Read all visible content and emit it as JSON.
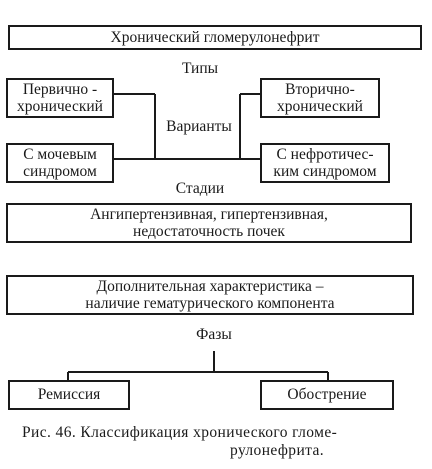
{
  "root": "Хронический гломерулонефрит",
  "types_label": "Типы",
  "type_primary": [
    "Первично -",
    "хронический"
  ],
  "type_secondary": [
    "Вторично-",
    "хронический"
  ],
  "variants_label": "Варианты",
  "variant_urinary": [
    "С мочевым",
    "синдромом"
  ],
  "variant_nephrotic": [
    "С нефротичес-",
    "ким синдромом"
  ],
  "stages_label": "Стадии",
  "stages": [
    "Ангипертензивная, гипертензивная,",
    "недостаточность почек"
  ],
  "additional": [
    "Дополнительная характеристика –",
    "наличие гематурического компонента"
  ],
  "phases_label": "Фазы",
  "phase_remission": "Ремиссия",
  "phase_exacerbation": "Обострение",
  "caption": [
    "Рис. 46. Классификация хронического гломе-",
    "рулонефрита."
  ]
}
